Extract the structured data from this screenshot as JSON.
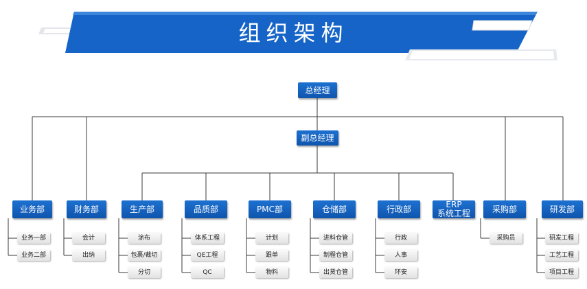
{
  "title": "组织架构",
  "colors": {
    "accent": "#1565c8",
    "line": "#333333",
    "tag_bg": "#e9e9e9"
  },
  "nodes": {
    "gm": "总经理",
    "dgm": "副总经理",
    "departments": [
      {
        "label": "业务部",
        "items": [
          "业务一部",
          "业务二部"
        ]
      },
      {
        "label": "财务部",
        "items": [
          "会计",
          "出纳"
        ]
      },
      {
        "label": "生产部",
        "items": [
          "涂布",
          "包裹/裁切",
          "分切"
        ]
      },
      {
        "label": "品质部",
        "items": [
          "体系工程",
          "QE工程",
          "QC"
        ]
      },
      {
        "label": "PMC部",
        "items": [
          "计划",
          "跟单",
          "物料"
        ]
      },
      {
        "label": "仓储部",
        "items": [
          "进料仓管",
          "制程仓管",
          "出货仓管"
        ]
      },
      {
        "label": "行政部",
        "items": [
          "行政",
          "人事",
          "环安"
        ]
      },
      {
        "label_lines": [
          "ERP",
          "系统工程"
        ],
        "items": []
      },
      {
        "label": "采购部",
        "items": [
          "采购员"
        ]
      },
      {
        "label": "研发部",
        "items": [
          "研发工程",
          "工艺工程",
          "项目工程"
        ]
      }
    ]
  }
}
